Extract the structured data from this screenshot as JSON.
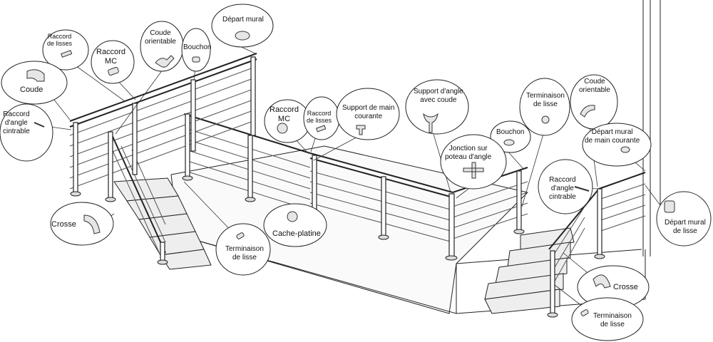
{
  "callouts": {
    "raccord_de_lisses_1": "Raccord\nde lisses",
    "raccord_mc_1": "Raccord\nMC",
    "coude_orientable_1": "Coude\norientable",
    "bouchon_1": "Bouchon",
    "depart_mural": "Départ mural",
    "coude": "Coude",
    "raccord_angle_cintrable_1": "Raccord\nd'angle\ncintrable",
    "raccord_mc_2": "Raccord\nMC",
    "raccord_de_lisses_2": "Raccord\nde lisses",
    "support_main_courante": "Support de main\ncourante",
    "support_angle_coude": "Support d'angle\navec coude",
    "terminaison_lisse_1": "Terminaison\nde lisse",
    "coude_orientable_2": "Coude\norientable",
    "bouchon_2": "Bouchon",
    "jonction_poteau_angle": "Jonction sur\npoteau d'angle",
    "depart_mural_main_courante": "Départ mural\nde main courante",
    "raccord_angle_cintrable_2": "Raccord\nd'angle\ncintrable",
    "crosse_1": "Crosse",
    "cache_platine": "Cache-platine",
    "terminaison_lisse_2": "Terminaison\nde lisse",
    "depart_mural_lisse": "Départ mural\nde lisse",
    "crosse_2": "Crosse",
    "terminaison_lisse_3": "Terminaison\nde lisse"
  },
  "colors": {
    "line": "#222222",
    "fill": "#f2f2f2",
    "shade": "#dcdcdc"
  }
}
